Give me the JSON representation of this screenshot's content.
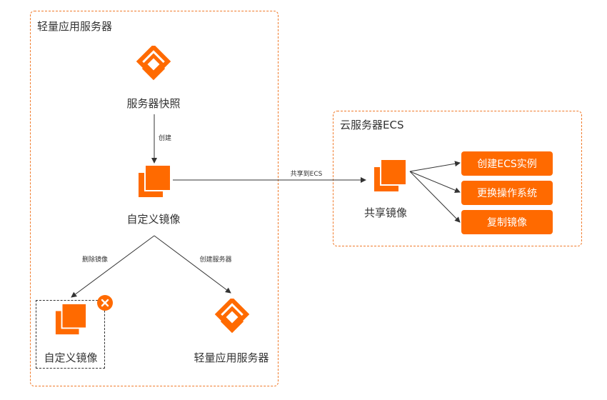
{
  "groups": {
    "lightweight": {
      "title": "轻量应用服务器"
    },
    "ecs": {
      "title": "云服务器ECS"
    }
  },
  "nodes": {
    "snapshot": "服务器快照",
    "custom_image": "自定义镜像",
    "custom_image_deleted": "自定义镜像",
    "new_server": "轻量应用服务器",
    "shared_image": "共享镜像"
  },
  "edges": {
    "create": "创建",
    "share_to_ecs": "共享到ECS",
    "delete_image": "删除镜像",
    "create_server": "创建服务器"
  },
  "actions": [
    "创建ECS实例",
    "更换操作系统",
    "复制镜像"
  ],
  "icons": {
    "server": "lightweight-server-icon",
    "image": "image-stack-icon",
    "delete": "close-icon"
  },
  "colors": {
    "accent": "#ff6a00",
    "group_border": "#f07a2a",
    "arrow": "#333333",
    "text": "#333333"
  }
}
